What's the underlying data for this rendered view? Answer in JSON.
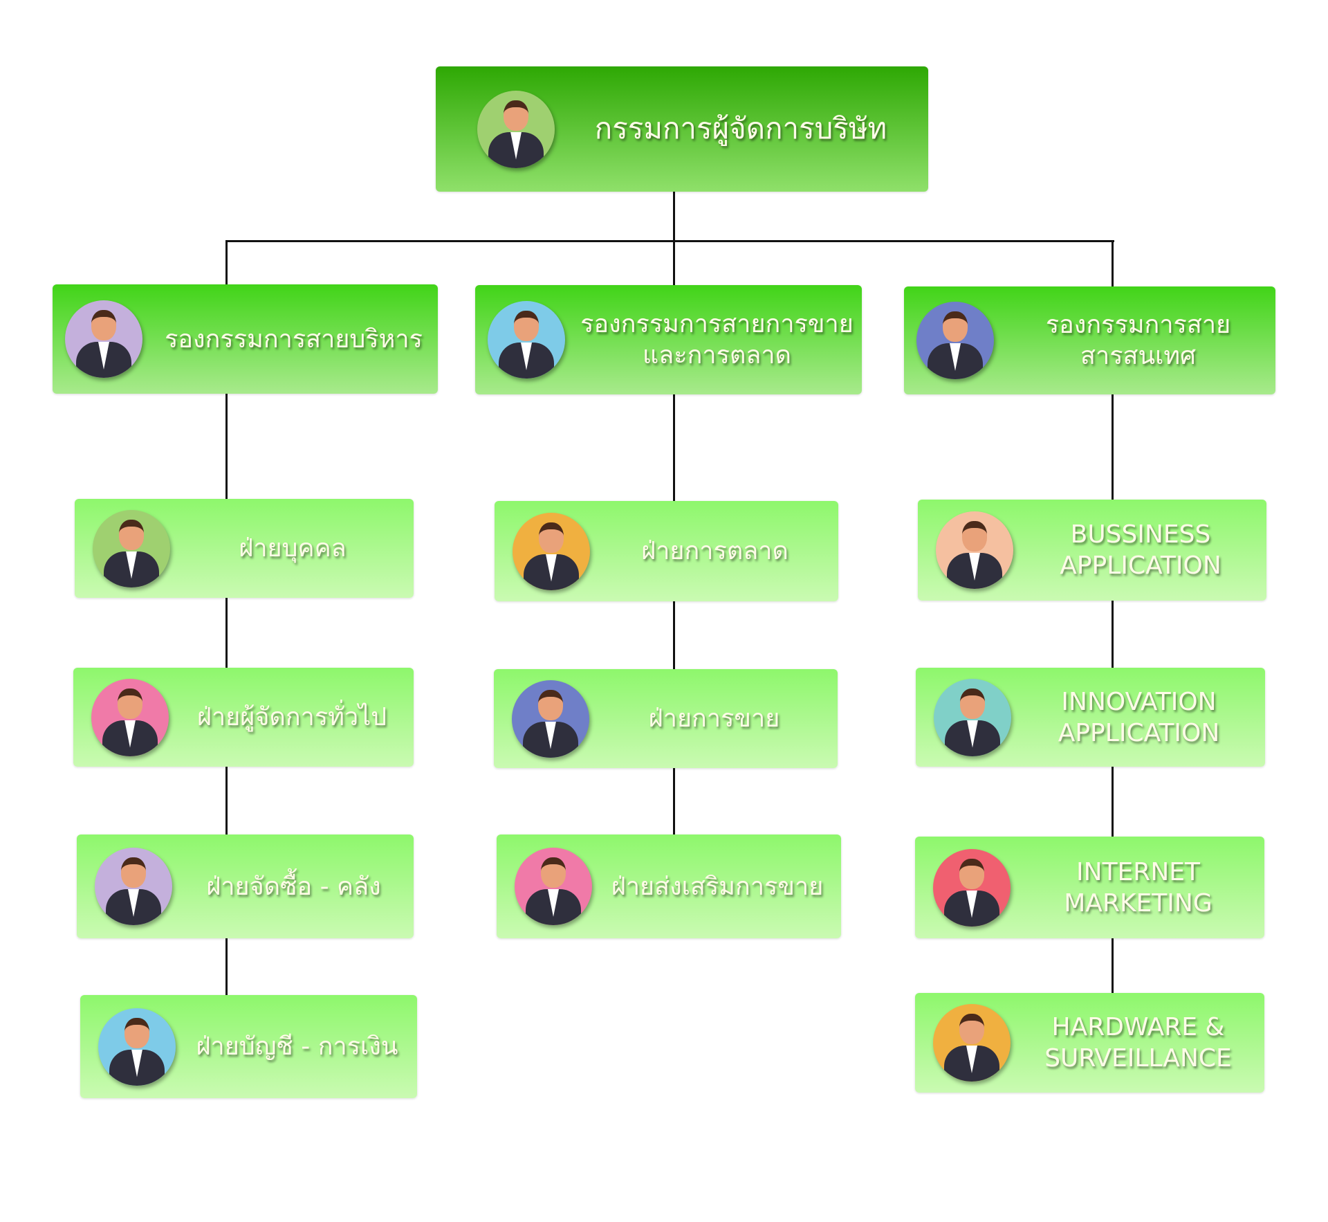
{
  "chart": {
    "ceo": {
      "label": "กรรมการผู้จัดการบริษัท",
      "avatar_color": "#9fd070"
    },
    "vps": [
      {
        "label": "รองกรรมการสายบริหาร",
        "avatar_color": "#c4b0dc"
      },
      {
        "label": "รองกรรมการสายการขาย\nและการตลาด",
        "avatar_color": "#7ecbe8"
      },
      {
        "label": "รองกรรมการสาย\nสารสนเทศ",
        "avatar_color": "#6f7fc8"
      }
    ],
    "admin_departments": [
      {
        "label": "ฝ่ายบุคคล",
        "avatar_color": "#9fd070"
      },
      {
        "label": "ฝ่ายผู้จัดการทั่วไป",
        "avatar_color": "#f07aa8"
      },
      {
        "label": "ฝ่ายจัดซื้อ - คลัง",
        "avatar_color": "#c4b0dc"
      },
      {
        "label": "ฝ่ายบัญชี - การเงิน",
        "avatar_color": "#7ecbe8"
      }
    ],
    "sales_departments": [
      {
        "label": "ฝ่ายการตลาด",
        "avatar_color": "#f0b040"
      },
      {
        "label": "ฝ่ายการขาย",
        "avatar_color": "#6f7fc8"
      },
      {
        "label": "ฝ่ายส่งเสริมการขาย",
        "avatar_color": "#f07aa8"
      }
    ],
    "it_departments": [
      {
        "label": "BUSSINESS\nAPPLICATION",
        "avatar_color": "#f5c0a0"
      },
      {
        "label": "INNOVATION\nAPPLICATION",
        "avatar_color": "#80d0c8"
      },
      {
        "label": "INTERNET\nMARKETING",
        "avatar_color": "#f06070"
      },
      {
        "label": "HARDWARE &\nSURVEILLANCE",
        "avatar_color": "#f0b040"
      }
    ]
  }
}
